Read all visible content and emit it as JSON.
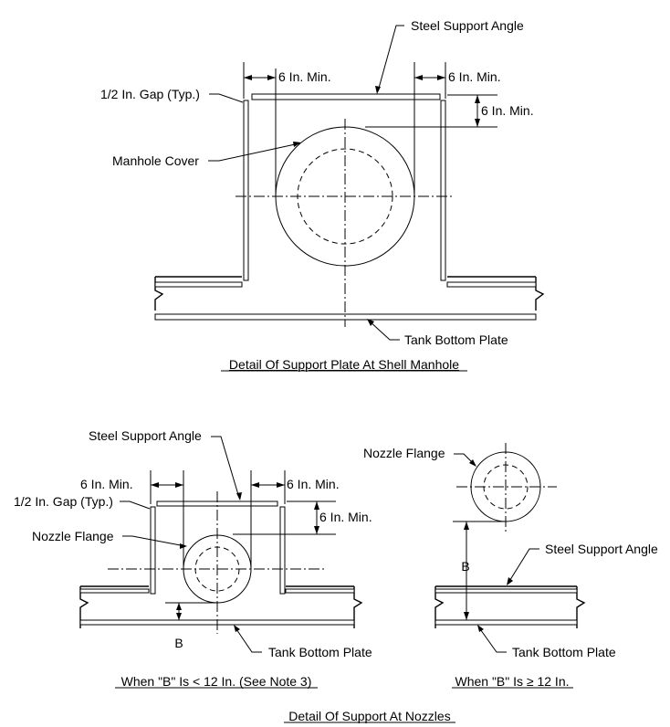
{
  "figure1": {
    "labels": {
      "steel_support_angle": "Steel Support Angle",
      "min_left": "6 In. Min.",
      "min_right": "6 In. Min.",
      "min_vertical": "6 In. Min.",
      "gap": "1/2 In. Gap (Typ.)",
      "manhole_cover": "Manhole Cover",
      "tank_bottom_plate": "Tank Bottom Plate"
    },
    "caption": "Detail Of Support Plate At Shell Manhole"
  },
  "figure2": {
    "labels": {
      "steel_support_angle": "Steel Support Angle",
      "min_left": "6 In. Min.",
      "min_right": "6 In. Min.",
      "min_vertical": "6 In. Min.",
      "gap": "1/2 In. Gap (Typ.)",
      "nozzle_flange": "Nozzle Flange",
      "b": "B",
      "tank_bottom_plate": "Tank Bottom Plate"
    },
    "caption": "When \"B\" Is < 12 In. (See Note 3)"
  },
  "figure3": {
    "labels": {
      "nozzle_flange": "Nozzle Flange",
      "steel_support_angle": "Steel Support Angle",
      "b": "B",
      "tank_bottom_plate": "Tank Bottom Plate"
    },
    "caption": "When \"B\" Is ≥ 12 In."
  },
  "main_caption": "Detail Of Support At Nozzles"
}
